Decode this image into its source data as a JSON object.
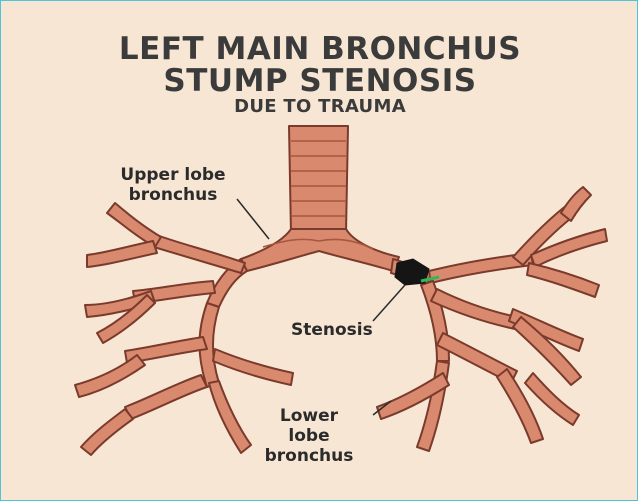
{
  "title": {
    "line1": "LEFT MAIN BRONCHUS",
    "line2": "STUMP STENOSIS",
    "line3": "DUE TO TRAUMA"
  },
  "labels": {
    "upper_lobe": [
      "Upper lobe",
      "bronchus"
    ],
    "stenosis": "Stenosis",
    "lower_lobe": [
      "Lower",
      "lobe",
      "bronchus"
    ]
  },
  "colors": {
    "background": "#f6e6d3",
    "airway_fill": "#d98a6e",
    "airway_stroke": "#7a3a2c",
    "stenosis": "#151515",
    "stenosis_accent": "#2fb85a",
    "frame_border": "#4fc3d9"
  }
}
